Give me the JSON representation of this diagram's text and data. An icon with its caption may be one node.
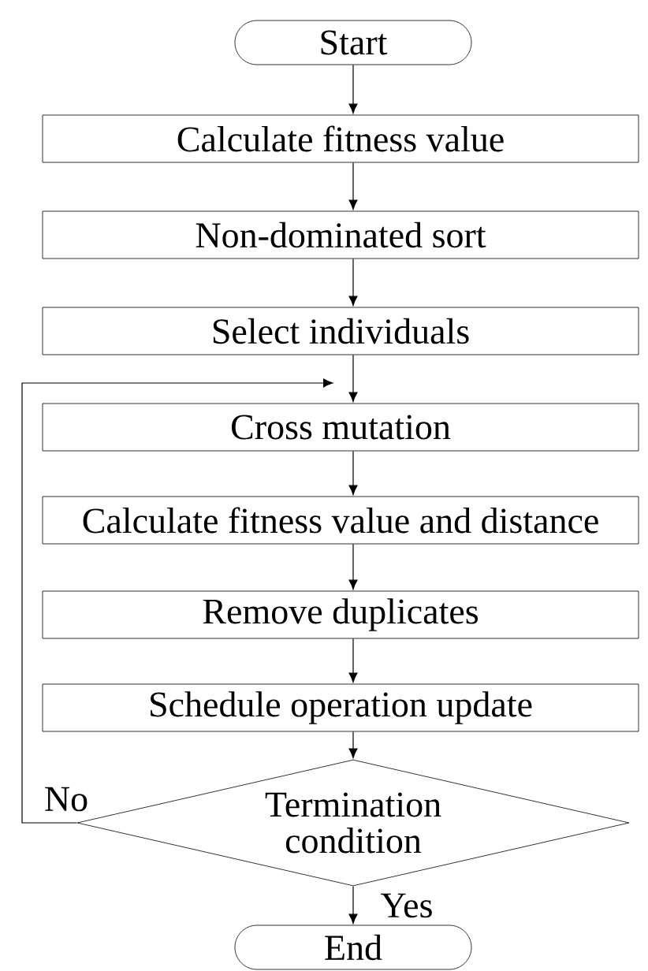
{
  "diagram": {
    "nodes": [
      {
        "text": [
          "Start"
        ]
      },
      {
        "text": [
          "Calculate fitness value"
        ]
      },
      {
        "text": [
          "Non-dominated sort"
        ]
      },
      {
        "text": [
          "Select individuals"
        ]
      },
      {
        "text": [
          "Cross mutation"
        ]
      },
      {
        "text": [
          "Calculate fitness value and distance"
        ]
      },
      {
        "text": [
          "Remove duplicates"
        ]
      },
      {
        "text": [
          "Schedule operation update"
        ]
      },
      {
        "text": [
          "Termination condition"
        ]
      },
      {
        "text": [
          "End"
        ]
      }
    ],
    "edges": [
      {
        "from": 0,
        "to": 1,
        "arrow": "to"
      },
      {
        "from": 1,
        "to": 2,
        "arrow": "to"
      },
      {
        "from": 2,
        "to": 3,
        "arrow": "to"
      },
      {
        "from": 3,
        "to": 4,
        "arrow": "to"
      },
      {
        "from": 4,
        "to": 5,
        "arrow": "to"
      },
      {
        "from": 5,
        "to": 6,
        "arrow": "to"
      },
      {
        "from": 6,
        "to": 7,
        "arrow": "to"
      },
      {
        "from": 7,
        "to": 8,
        "arrow": "to"
      },
      {
        "from": 8,
        "to": 9,
        "label": "Yes",
        "arrow": "to"
      },
      {
        "from": 8,
        "to": 4,
        "label": "No",
        "arrow": "to"
      }
    ]
  }
}
